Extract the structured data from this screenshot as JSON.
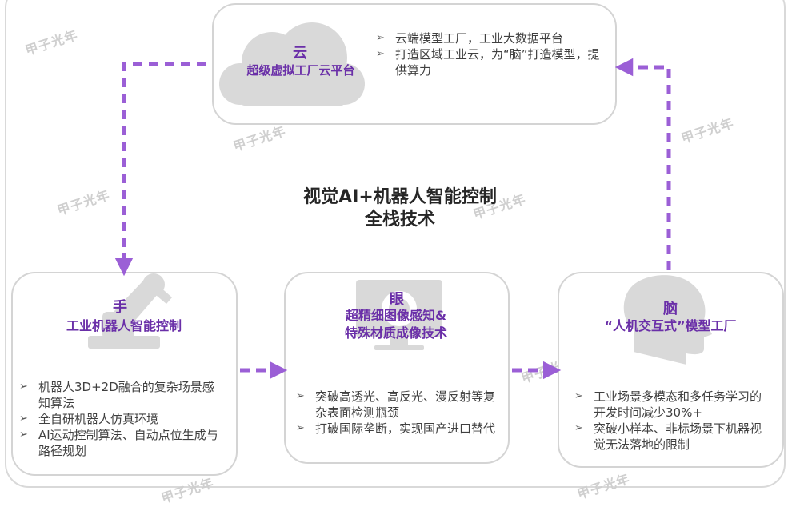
{
  "center": {
    "line1": "视觉AI+机器人智能控制",
    "line2": "全栈技术"
  },
  "cloud": {
    "title": "云",
    "subtitle": "超级虚拟工厂云平台",
    "bullets": [
      "云端模型工厂，工业大数据平台",
      "打造区域工业云，为“脑”打造模型，提供算力"
    ]
  },
  "hand": {
    "title": "手",
    "subtitle": "工业机器人智能控制",
    "bullets": [
      "机器人3D+2D融合的复杂场景感知算法",
      "全自研机器人仿真环境",
      "AI运动控制算法、自动点位生成与路径规划"
    ]
  },
  "eye": {
    "title": "眼",
    "subtitle_line1": "超精细图像感知&",
    "subtitle_line2": "特殊材质成像技术",
    "bullets": [
      "突破高透光、高反光、漫反射等复杂表面检测瓶颈",
      "打破国际垄断，实现国产进口替代"
    ]
  },
  "brain": {
    "title": "脑",
    "subtitle": "“人机交互式”模型工厂",
    "bullets": [
      "工业场景多模态和多任务学习的开发时间减少30%+",
      "突破小样本、非标场景下机器视觉无法落地的限制"
    ]
  },
  "bullet_marker": "➢",
  "watermark": "甲子光年",
  "colors": {
    "accent": "#6a2fa8",
    "arrow": "#9b5fd6",
    "icon_gray": "#d9d9d9"
  }
}
